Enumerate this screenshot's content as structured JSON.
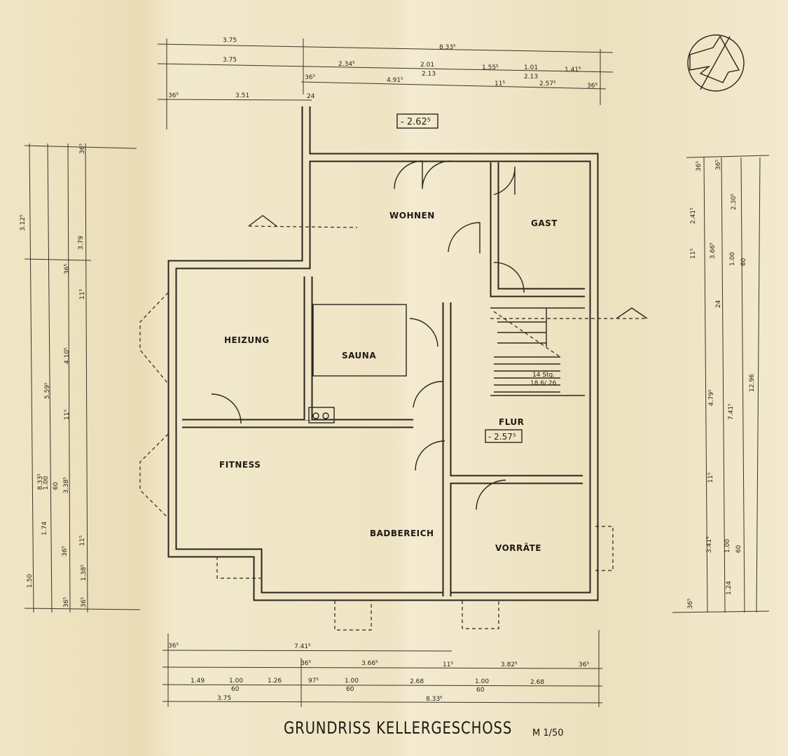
{
  "title": "GRUNDRISS  KELLERGESCHOSS",
  "scale": "M 1/50",
  "level_marks": {
    "outside": "- 2.62⁵",
    "flur": "- 2.57⁵"
  },
  "stair_note": {
    "line1": "14 Stg.",
    "line2": "18,6/ 26"
  },
  "rooms": [
    "WOHNEN",
    "GAST",
    "HEIZUNG",
    "SAUNA",
    "FITNESS",
    "FLUR",
    "BADBEREICH",
    "VORRÄTE"
  ],
  "icons": [
    "north-arrow-icon",
    "section-marker-icon"
  ],
  "dimensions": {
    "top": [
      "3.75",
      "8.33⁵",
      "3.75",
      "2.34⁵",
      "2.01",
      "2.13",
      "1.55⁵",
      "1.01",
      "2.13",
      "1.41⁵",
      "36⁵",
      "4.91⁵",
      "11⁵",
      "2.57⁵",
      "36⁵",
      "36⁵",
      "3.51",
      "24"
    ],
    "bottom": [
      "36⁵",
      "7.41⁵",
      "36⁵",
      "3.66⁵",
      "11⁵",
      "3.82⁵",
      "36⁵",
      "1.49",
      "1.00",
      "60",
      "1.26",
      "97⁵",
      "1.00",
      "60",
      "2.68",
      "1.00",
      "60",
      "2.68",
      "3.75",
      "8.33⁵"
    ],
    "left": [
      "3.12⁵",
      "3.79",
      "36⁵",
      "36⁵",
      "11⁵",
      "4.10⁵",
      "5.59⁵",
      "11⁵",
      "8.33⁵",
      "1.00",
      "60",
      "3.38⁵",
      "1.74",
      "11⁵",
      "36⁵",
      "1.38⁵",
      "1.50",
      "36⁵",
      "36⁵"
    ],
    "right": [
      "36⁵",
      "36⁵",
      "2.41⁵",
      "2.30⁵",
      "3.66⁵",
      "11⁵",
      "1.00",
      "60",
      "24",
      "4.79⁵",
      "7.41⁵",
      "12.96",
      "11⁵",
      "3.41⁵",
      "1.00",
      "60",
      "1.24",
      "36⁵"
    ]
  }
}
